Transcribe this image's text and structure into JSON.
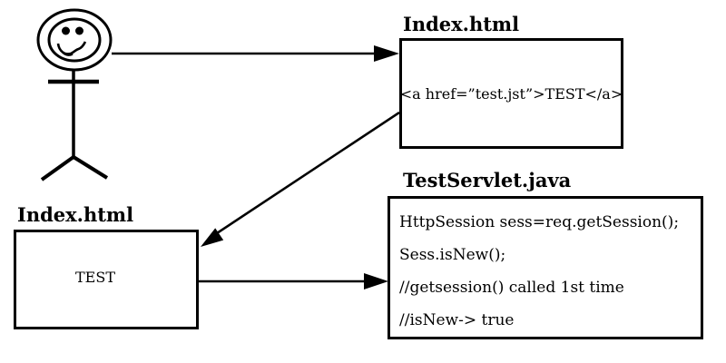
{
  "diagram": {
    "colors": {
      "ink": "#000000",
      "background": "#ffffff"
    },
    "icons": {
      "actor": "user-stick-figure-icon"
    },
    "boxes": {
      "index_top": {
        "title": "Index.html",
        "content": "<a href=”test.jst”>TEST</a>"
      },
      "index_bottom": {
        "title": "Index.html",
        "content": "TEST"
      },
      "servlet": {
        "title": "TestServlet.java",
        "lines": [
          "HttpSession sess=req.getSession();",
          "Sess.isNew();",
          "//getsession() called 1st time",
          "//isNew-> true"
        ]
      }
    }
  }
}
